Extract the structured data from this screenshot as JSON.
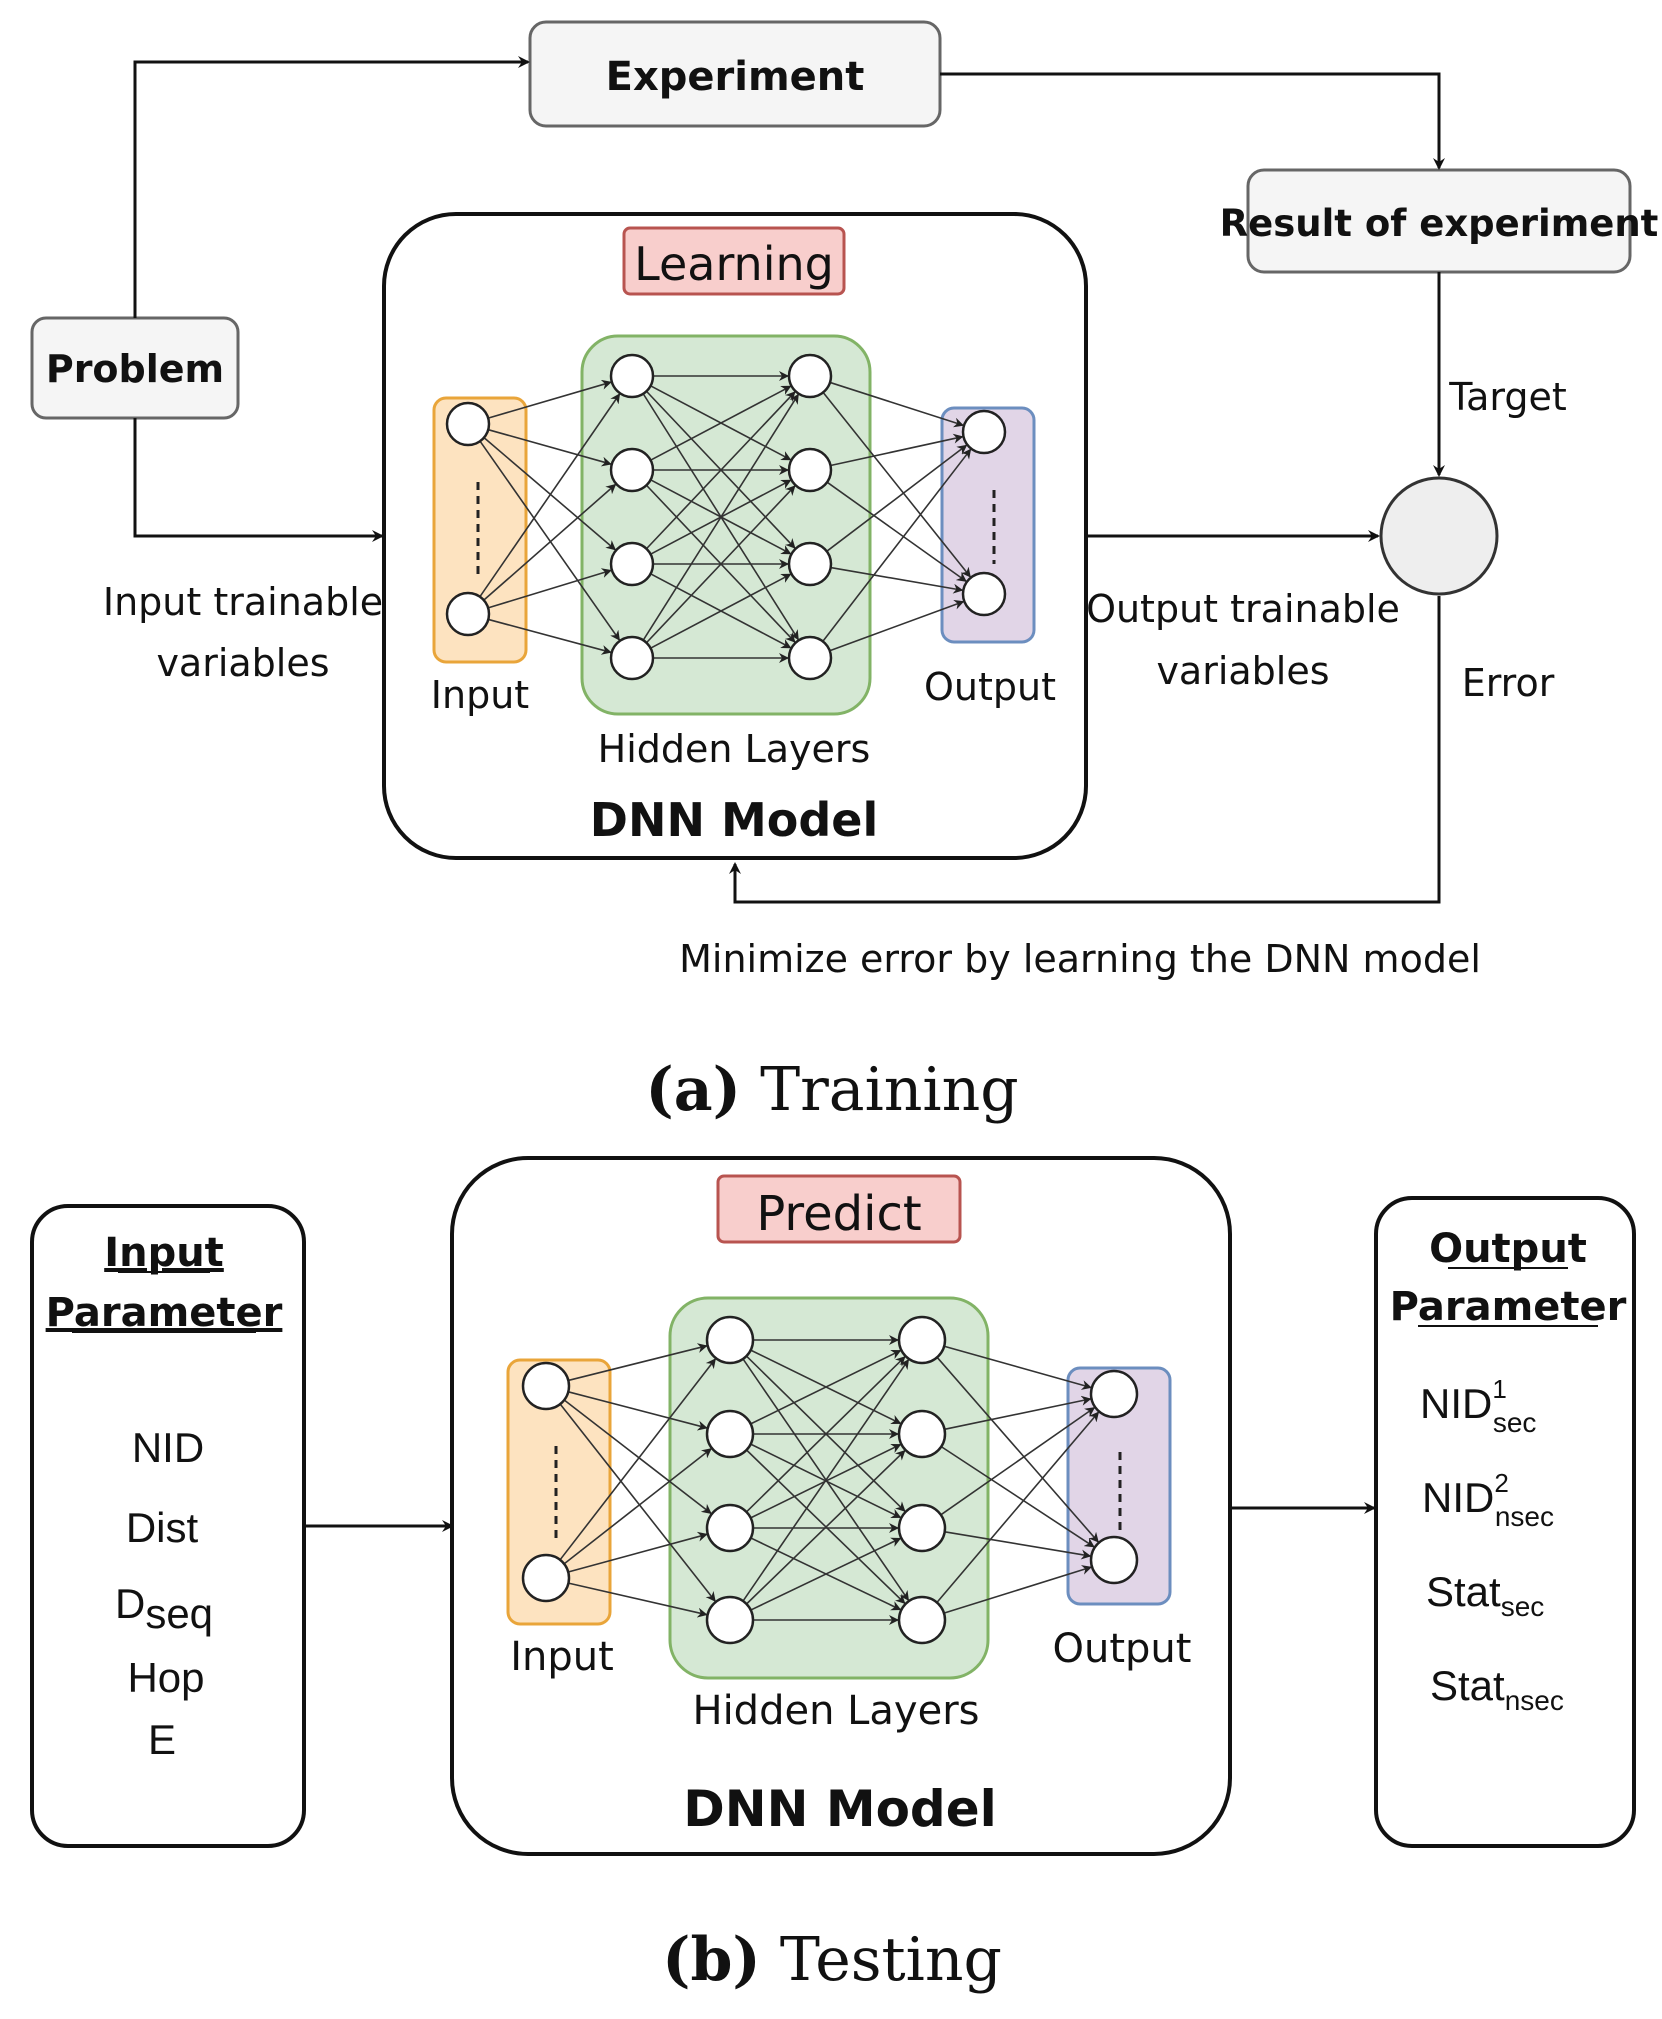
{
  "training": {
    "caption_letter": "(a)",
    "caption_text": "Training",
    "boxes": {
      "experiment": "Experiment",
      "result": "Result of experiment",
      "problem": "Problem"
    },
    "dnn": {
      "tag": "Learning",
      "input_label": "Input",
      "hidden_label": "Hidden Layers",
      "output_label": "Output",
      "model_label": "DNN  Model"
    },
    "labels": {
      "input_vars_line1": "Input trainable",
      "input_vars_line2": "variables",
      "output_vars_line1": "Output  trainable",
      "output_vars_line2": "variables",
      "target": "Target",
      "error": "Error",
      "minimize": "Minimize error by learning the DNN model"
    }
  },
  "testing": {
    "caption_letter": "(b)",
    "caption_text": "Testing",
    "input_box": {
      "title_line1": "Input",
      "title_line2": "Parameter",
      "items": [
        "NID",
        "Dist",
        "D",
        "Hop",
        "E"
      ],
      "dseq_sub": "seq"
    },
    "dnn": {
      "tag": "Predict",
      "input_label": "Input",
      "hidden_label": "Hidden Layers",
      "output_label": "Output",
      "model_label": "DNN  Model"
    },
    "output_box": {
      "title_line1": "Output",
      "title_line2": "Parameter",
      "items": [
        {
          "base": "NID",
          "sup": "1",
          "sub": "sec"
        },
        {
          "base": "NID",
          "sup": "2",
          "sub": "nsec"
        },
        {
          "base": "Stat",
          "sup": "",
          "sub": "sec"
        },
        {
          "base": "Stat",
          "sup": "",
          "sub": "nsec"
        }
      ]
    }
  },
  "colors": {
    "input_layer_fill": "#fde3c0",
    "input_layer_stroke": "#e9a53a",
    "hidden_fill": "#d5e8d4",
    "hidden_stroke": "#82b366",
    "output_layer_fill": "#e1d5e7",
    "output_layer_stroke": "#6c8ebf",
    "tag_fill": "#f8cecc",
    "tag_stroke": "#b85450",
    "gray_box_fill": "#f5f5f5",
    "gray_box_stroke": "#666666"
  }
}
